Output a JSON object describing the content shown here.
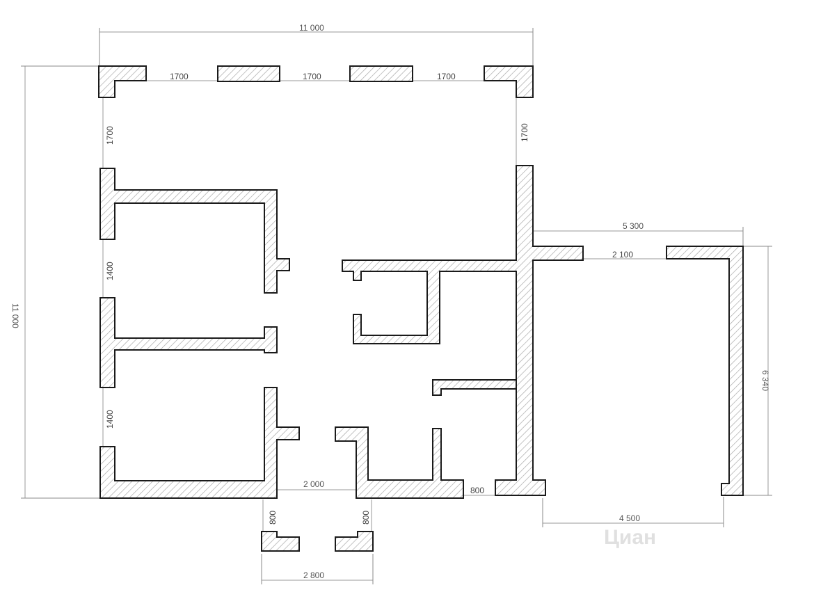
{
  "diagram": {
    "type": "floor-plan",
    "colors": {
      "wall_stroke": "#1a1a1a",
      "hatch": "#a9a9a9",
      "dimension": "#9a9a9a",
      "text": "#555555"
    },
    "dimensions": {
      "overall_width": "11 000",
      "overall_height": "11 000",
      "top_opening_1": "1700",
      "top_opening_2": "1700",
      "top_opening_3": "1700",
      "left_opening_top": "1700",
      "right_opening_top": "1700",
      "left_opening_mid": "1400",
      "left_opening_bottom": "1400",
      "annex_width": "5 300",
      "annex_opening": "2 100",
      "annex_depth": "6 340",
      "annex_bottom": "4 500",
      "entrance_opening": "2 000",
      "entrance_side_left": "800",
      "entrance_side_right": "800",
      "bottom_door": "800",
      "porch_width": "2 800"
    },
    "watermark": "Циан"
  }
}
